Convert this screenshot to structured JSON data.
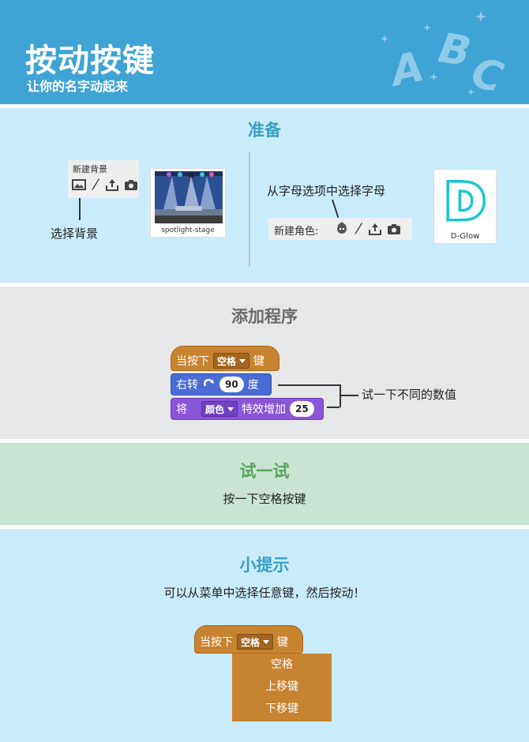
{
  "header": {
    "title": "按动按键",
    "subtitle": "让你的名字动起来",
    "deco_letters": [
      "A",
      "B",
      "C"
    ],
    "colors": {
      "background": "#3fa3d6",
      "text": "#ffffff",
      "deco": "#8fcbe9"
    }
  },
  "prepare": {
    "title": "准备",
    "backdrop_toolbar_label": "新建背景",
    "backdrop_caption": "选择背景",
    "backdrop_thumb_label": "spotlight-stage",
    "sprite_hint": "从字母选项中选择字母",
    "sprite_toolbar_label": "新建角色:",
    "sprite_thumb_letter": "D",
    "sprite_thumb_label": "D-Glow",
    "toolbar_icons": [
      "image-icon",
      "paintbrush-icon",
      "upload-icon",
      "camera-icon"
    ],
    "colors": {
      "background": "#c8ecfb",
      "title": "#3b9fc1",
      "d_glow": "#17c7cf"
    }
  },
  "program": {
    "title": "添加程序",
    "hat_block": {
      "prefix": "当按下",
      "key": "空格",
      "suffix": "键"
    },
    "turn_block": {
      "prefix": "右转",
      "value": "90",
      "suffix": "度"
    },
    "effect_block": {
      "prefix": "将",
      "effect": "颜色",
      "middle": "特效增加",
      "value": "25"
    },
    "callout": "试一下不同的数值",
    "colors": {
      "background": "#e6e7e8",
      "title": "#6d6d6d",
      "events": "#c88330",
      "motion": "#4a6cd4",
      "looks": "#8a55d7"
    }
  },
  "try_it": {
    "title": "试一试",
    "text": "按一下空格按键",
    "colors": {
      "background": "#c9e4d4",
      "title": "#5aa45a"
    }
  },
  "tips": {
    "title": "小提示",
    "text": "可以从菜单中选择任意键，然后按动！",
    "hat_block": {
      "prefix": "当按下",
      "key": "空格",
      "suffix": "键"
    },
    "menu_items": [
      "空格",
      "上移键",
      "下移键"
    ],
    "colors": {
      "background": "#c8ecfb",
      "title": "#3b9fc1"
    }
  }
}
